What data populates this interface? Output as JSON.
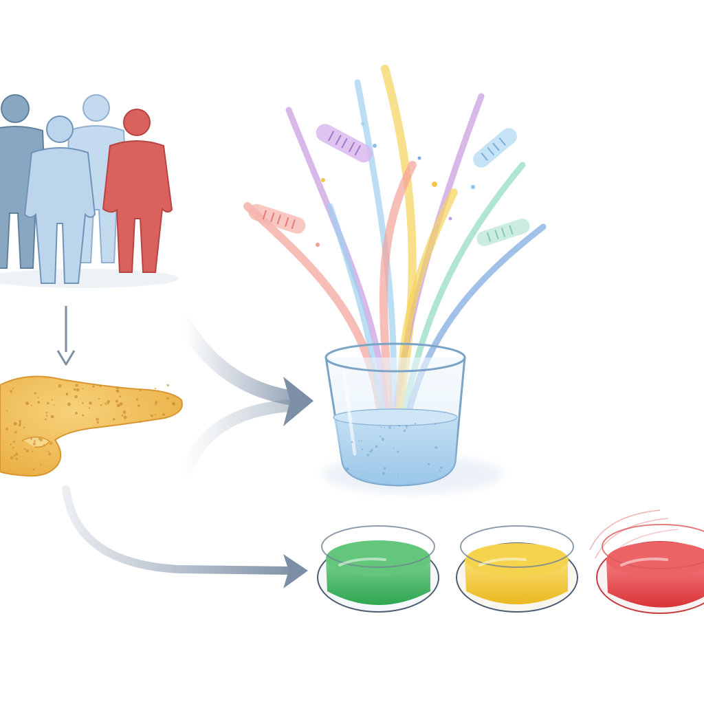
{
  "diagram": {
    "nodes": [
      {
        "id": "population",
        "icon": "people-group-icon"
      },
      {
        "id": "pancreas",
        "icon": "pancreas-icon"
      },
      {
        "id": "sample-cup",
        "icon": "beaker-with-strands-icon"
      },
      {
        "id": "dish-green",
        "icon": "petri-dish-icon"
      },
      {
        "id": "dish-yellow",
        "icon": "petri-dish-icon"
      },
      {
        "id": "dish-red",
        "icon": "petri-dish-icon"
      }
    ],
    "edges": [
      {
        "from": "population",
        "to": "pancreas"
      },
      {
        "from": "pancreas",
        "to": "sample-cup"
      },
      {
        "from": "pancreas",
        "to": "dish-green"
      }
    ]
  },
  "colors": {
    "person_dark_blue": "#7f9fbd",
    "person_light_blue": "#b9d3ea",
    "person_red": "#d9625f",
    "pancreas": "#f0be55",
    "arrow": "#7d8fa6",
    "liquid": "#a9cfea",
    "dish_green": "#45b864",
    "dish_yellow": "#f3c93a",
    "dish_red": "#e4484c",
    "strand_colors": [
      "#f4a39a",
      "#c79ae0",
      "#9fd0ef",
      "#f5d35a",
      "#8fd8c2",
      "#7aa6de"
    ]
  }
}
